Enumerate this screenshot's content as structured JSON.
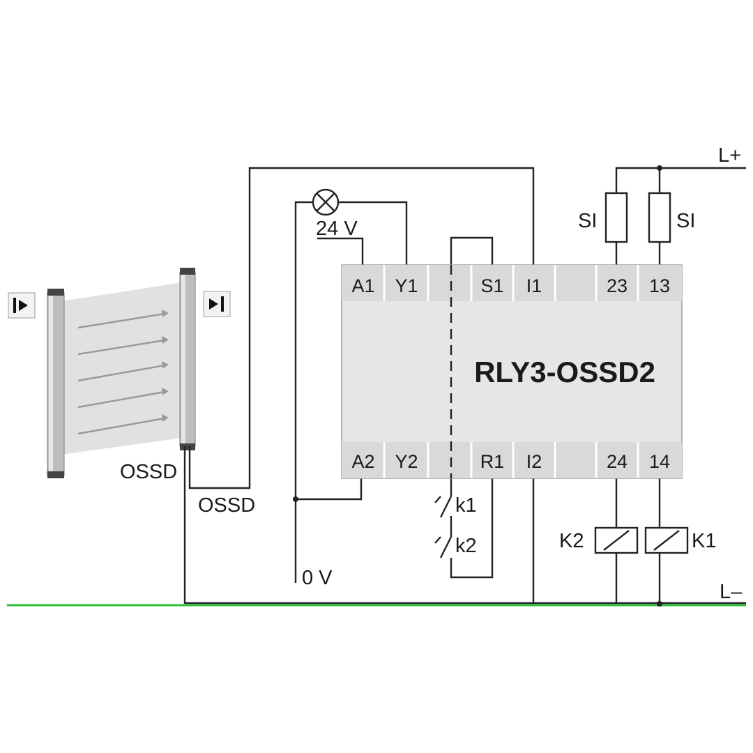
{
  "relay": {
    "model": "RLY3-OSSD2",
    "top_terminals": [
      "A1",
      "Y1",
      "S1",
      "I1",
      "23",
      "13"
    ],
    "bottom_terminals": [
      "A2",
      "Y2",
      "R1",
      "I2",
      "24",
      "14"
    ]
  },
  "labels": {
    "supply_24v": "24 V",
    "supply_0v": "0 V",
    "ossd_1": "OSSD",
    "ossd_2": "OSSD",
    "l_plus": "L+",
    "l_minus": "L–",
    "fuse_left": "SI",
    "fuse_right": "SI",
    "contact_1": "k1",
    "contact_2": "k2",
    "coil_left": "K2",
    "coil_right": "K1"
  },
  "colors": {
    "wire": "#222222",
    "relay_body": "#e6e6e6",
    "terminal_strip": "#d9d9d9",
    "ground_line": "#2ec03a",
    "light_curtain": "#b8b8b8"
  },
  "icons": [
    "emitter-icon",
    "receiver-icon",
    "indicator-lamp-icon"
  ]
}
